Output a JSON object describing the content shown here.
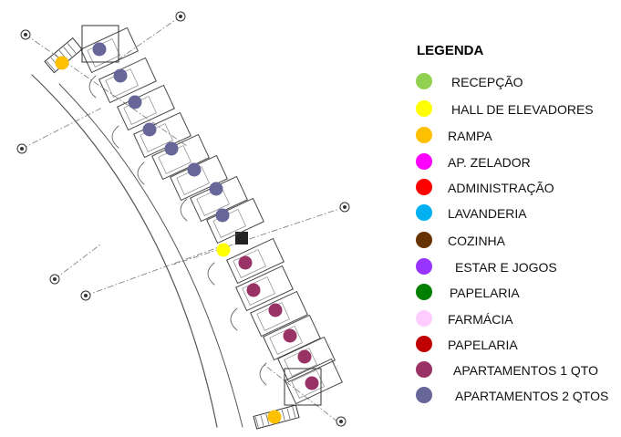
{
  "legend": {
    "title": "LEGENDA",
    "items": [
      {
        "label": "RECEPÇÃO",
        "color": "#92d050"
      },
      {
        "label": "HALL DE ELEVADORES",
        "color": "#ffff00"
      },
      {
        "label": "RAMPA",
        "color": "#ffc000"
      },
      {
        "label": "AP. ZELADOR",
        "color": "#ff00ff"
      },
      {
        "label": "ADMINISTRAÇÃO",
        "color": "#ff0000"
      },
      {
        "label": "LAVANDERIA",
        "color": "#00b0f0"
      },
      {
        "label": "COZINHA",
        "color": "#663300"
      },
      {
        "label": "ESTAR E JOGOS",
        "color": "#9933ff"
      },
      {
        "label": "PAPELARIA",
        "color": "#008000"
      },
      {
        "label": "FARMÁCIA",
        "color": "#ffccff"
      },
      {
        "label": "PAPELARIA",
        "color": "#c00000"
      },
      {
        "label": "APARTAMENTOS 1 QTO",
        "color": "#993366"
      },
      {
        "label": "APARTAMENTOS 2 QTOS",
        "color": "#666699"
      }
    ]
  },
  "plan": {
    "rampa_color": "#ffc000",
    "hall_color": "#ffff00",
    "apt1_color": "#993366",
    "apt2_color": "#666699",
    "line_color": "#555555"
  }
}
